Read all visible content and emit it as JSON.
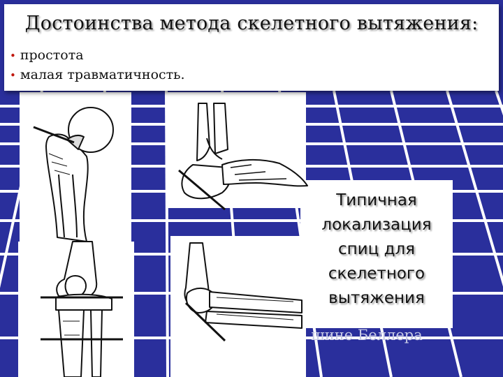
{
  "slide": {
    "title": "Достоинства метода скелетного вытяжения:",
    "bullets": [
      {
        "text": "простота"
      },
      {
        "text": "малая травматичность."
      }
    ],
    "callout": [
      "Типичная",
      "локализация",
      "спиц для",
      "скелетного",
      "вытяжения"
    ],
    "caption": "шине Беллера",
    "colors": {
      "background": "#2a2f9c",
      "grid_lines": "#ffffff",
      "bullet_marker": "#c0180e"
    }
  }
}
